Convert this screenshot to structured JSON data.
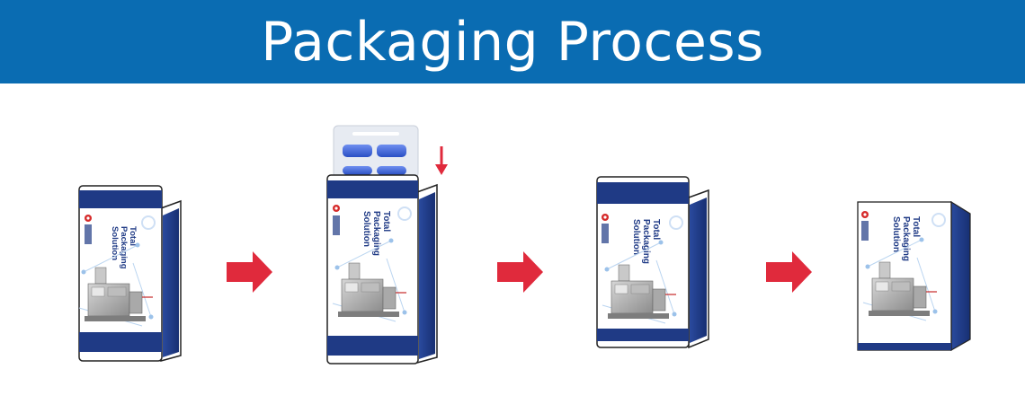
{
  "header": {
    "title": "Packaging Process"
  },
  "carton": {
    "brand": "Total",
    "line2": "Packaging",
    "line3": "Solution"
  },
  "colors": {
    "banner": "#0a6cb2",
    "carton_band": "#1f3a85",
    "arrow": "#e02a3c",
    "blister_pill": "#3b62d6"
  },
  "steps": [
    {
      "name": "open-carton"
    },
    {
      "name": "insert-blister"
    },
    {
      "name": "close-tuck-flap"
    },
    {
      "name": "closed-carton"
    }
  ]
}
